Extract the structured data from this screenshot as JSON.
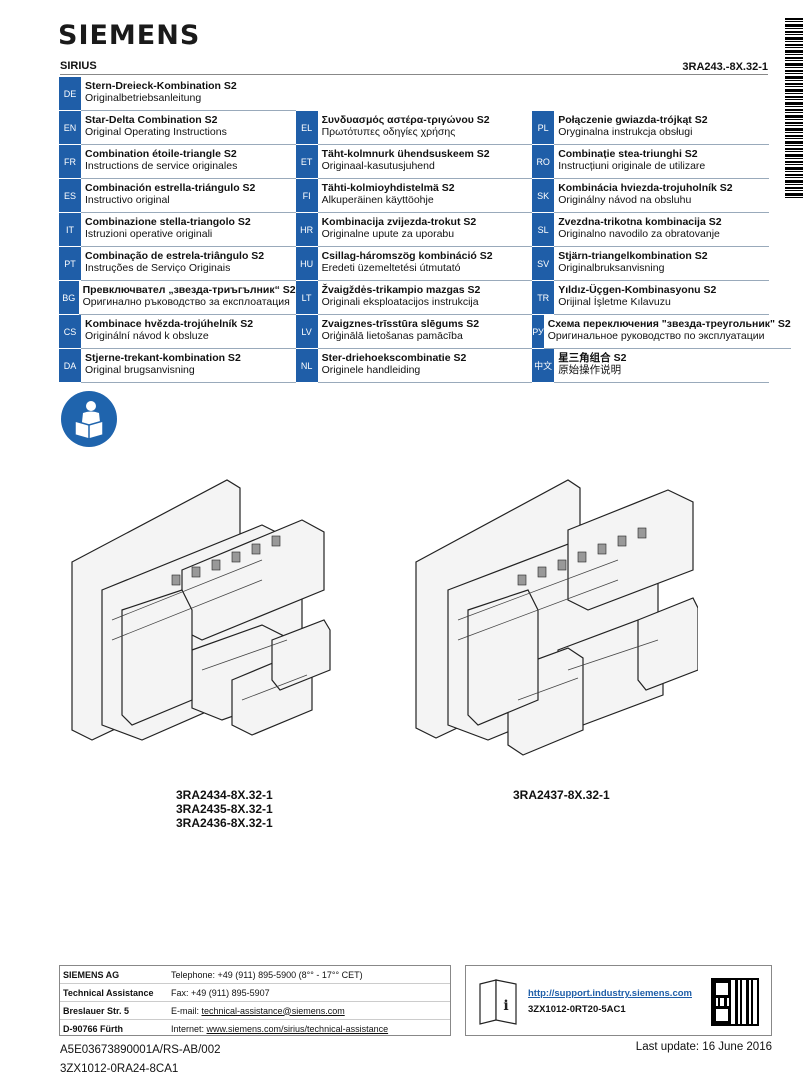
{
  "header": {
    "logo": "SIEMENS",
    "series": "SIRIUS",
    "doc_number": "3RA243.-8X.32-1"
  },
  "languages": [
    [
      {
        "code": "DE",
        "title": "Stern-Dreieck-Kombination S2",
        "subtitle": "Originalbetriebsanleitung"
      },
      null,
      null
    ],
    [
      {
        "code": "EN",
        "title": "Star-Delta Combination S2",
        "subtitle": "Original Operating Instructions"
      },
      {
        "code": "EL",
        "title": "Συνδυασμός αστέρα-τριγώνου S2",
        "subtitle": "Πρωτότυπες οδηγίες χρήσης"
      },
      {
        "code": "PL",
        "title": "Połączenie gwiazda-trójkąt S2",
        "subtitle": "Oryginalna instrukcja obsługi"
      }
    ],
    [
      {
        "code": "FR",
        "title": "Combination étoile-triangle S2",
        "subtitle": "Instructions de service originales"
      },
      {
        "code": "ET",
        "title": "Täht-kolmnurk ühendsuskeem S2",
        "subtitle": "Originaal-kasutusjuhend"
      },
      {
        "code": "RO",
        "title": "Combinație stea-triunghi S2",
        "subtitle": "Instrucțiuni originale de utilizare"
      }
    ],
    [
      {
        "code": "ES",
        "title": "Combinación estrella-triángulo S2",
        "subtitle": "Instructivo original"
      },
      {
        "code": "FI",
        "title": "Tähti-kolmioyhdistelmä S2",
        "subtitle": "Alkuperäinen käyttöohje"
      },
      {
        "code": "SK",
        "title": "Kombinácia hviezda-trojuholník S2",
        "subtitle": "Originálny návod na obsluhu"
      }
    ],
    [
      {
        "code": "IT",
        "title": "Combinazione stella-triangolo S2",
        "subtitle": "Istruzioni operative originali"
      },
      {
        "code": "HR",
        "title": "Kombinacija zvijezda-trokut S2",
        "subtitle": "Originalne upute za uporabu"
      },
      {
        "code": "SL",
        "title": "Zvezdna-trikotna kombinacija S2",
        "subtitle": "Originalno navodilo za obratovanje"
      }
    ],
    [
      {
        "code": "PT",
        "title": "Combinação de estrela-triângulo S2",
        "subtitle": "Instruções de Serviço Originais"
      },
      {
        "code": "HU",
        "title": "Csillag-háromszög kombináció S2",
        "subtitle": "Eredeti üzemeltetési útmutató"
      },
      {
        "code": "SV",
        "title": "Stjärn-triangelkombination S2",
        "subtitle": "Originalbruksanvisning"
      }
    ],
    [
      {
        "code": "BG",
        "title": "Превключвател „звезда-триъгълник“ S2",
        "subtitle": "Оригинално ръководство за експлоатация"
      },
      {
        "code": "LT",
        "title": "Žvaigždės-trikampio mazgas S2",
        "subtitle": "Originali eksploatacijos instrukcija"
      },
      {
        "code": "TR",
        "title": "Yıldız-Üçgen-Kombinasyonu S2",
        "subtitle": "Orijinal İşletme Kılavuzu"
      }
    ],
    [
      {
        "code": "CS",
        "title": "Kombinace hvězda-trojúhelník S2",
        "subtitle": "Originální návod k obsluze"
      },
      {
        "code": "LV",
        "title": "Zvaigznes-trīsstūra slēgums S2",
        "subtitle": "Oriģinālā lietošanas pamācība"
      },
      {
        "code": "РУ",
        "title": "Схема переключения \"звезда-треугольник\" S2",
        "subtitle": "Оригинальное руководство по эксплуатации"
      }
    ],
    [
      {
        "code": "DA",
        "title": "Stjerne-trekant-kombination S2",
        "subtitle": "Original brugsanvisning"
      },
      {
        "code": "NL",
        "title": "Ster-driehoekscombinatie S2",
        "subtitle": "Originele handleiding"
      },
      {
        "code": "中文",
        "title": "星三角组合  S2",
        "subtitle": "原始操作说明"
      }
    ]
  ],
  "products": {
    "left_models": [
      "3RA2434-8X.32-1",
      "3RA2435-8X.32-1",
      "3RA2436-8X.32-1"
    ],
    "right_model": "3RA2437-8X.32-1"
  },
  "contact": {
    "company": "SIEMENS AG",
    "dept": "Technical Assistance",
    "street": "Breslauer Str. 5",
    "city": "D-90766 Fürth",
    "telephone": "Telephone: +49 (911) 895-5900 (8°° - 17°° CET)",
    "fax": "Fax: +49 (911) 895-5907",
    "email_label": "E-mail: ",
    "email": "technical-assistance@siemens.com",
    "internet_label": "Internet: ",
    "internet": "www.siemens.com/sirius/technical-assistance"
  },
  "support": {
    "url": "http://support.industry.siemens.com",
    "code": "3ZX1012-0RT20-5AC1"
  },
  "footer": {
    "doc_id": "A5E03673890001A/RS-AB/002",
    "order_no": "3ZX1012-0RA24-8CA1",
    "last_update": "Last update: 16 June 2016"
  }
}
